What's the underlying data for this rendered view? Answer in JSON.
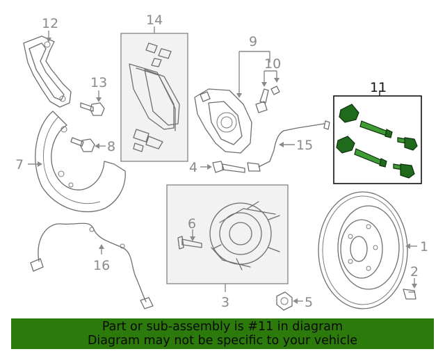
{
  "callouts": {
    "c1": "1",
    "c2": "2",
    "c3": "3",
    "c4": "4",
    "c5": "5",
    "c6": "6",
    "c7": "7",
    "c8": "8",
    "c9": "9",
    "c10": "10",
    "c11": "11",
    "c12": "12",
    "c13": "13",
    "c14": "14",
    "c15": "15",
    "c16": "16"
  },
  "highlighted_part": "11",
  "colors": {
    "highlight_green": "#2b7a0b",
    "part_green": "#1f6b1b",
    "line_gray": "#6e6e6e"
  },
  "banner": {
    "line1": "Part or sub-assembly is #11 in diagram",
    "line2": "Diagram may not be specific to your vehicle"
  }
}
